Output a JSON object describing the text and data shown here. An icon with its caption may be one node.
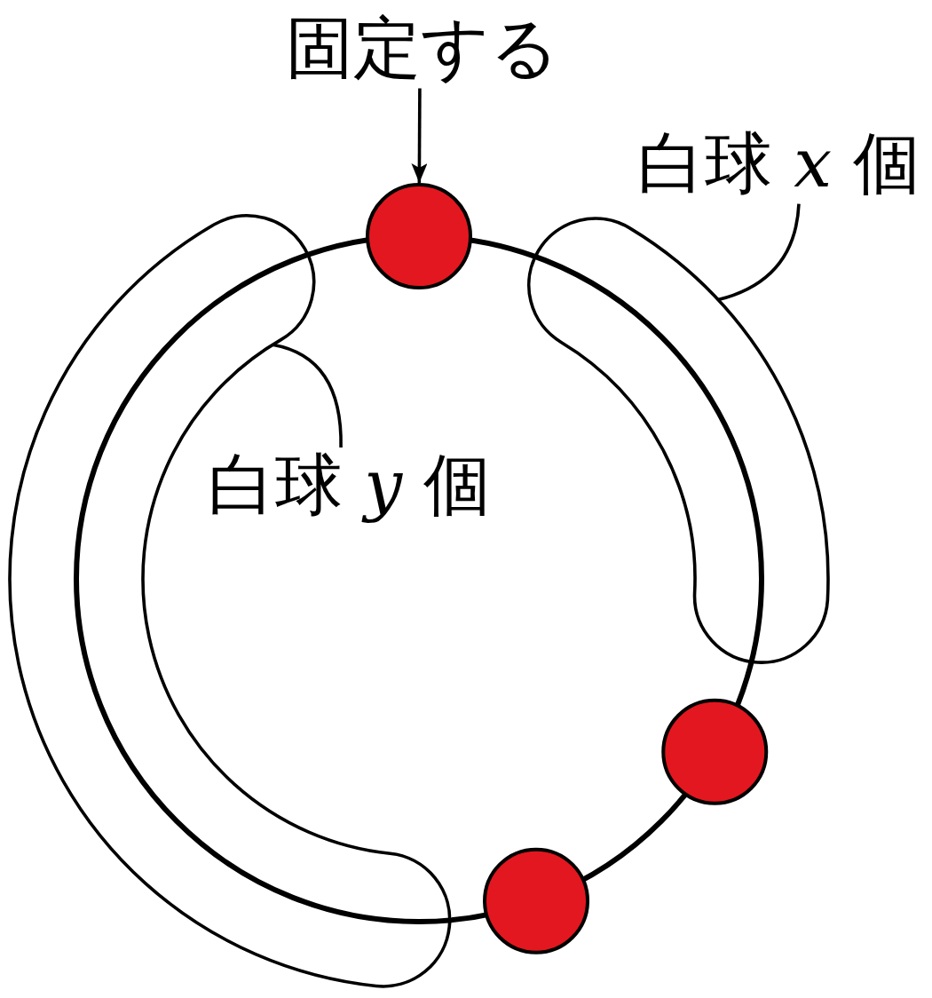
{
  "diagram": {
    "nodes": [
      {
        "text": [
          "固定する"
        ]
      },
      {
        "text": [],
        "shape": "circle"
      },
      {
        "text": [
          "白球 *x* 個"
        ]
      },
      {
        "text": [],
        "shape": "band"
      },
      {
        "text": [],
        "shape": "band"
      },
      {
        "text": [
          "白球 *y* 個"
        ]
      },
      {
        "text": [],
        "shape": "circle"
      },
      {
        "text": [],
        "shape": "circle"
      }
    ],
    "edges": [
      {
        "from": 0,
        "to": 1,
        "arrow": "to"
      },
      {
        "from": 2,
        "to": 4,
        "arrow": "none"
      },
      {
        "from": 5,
        "to": 3,
        "arrow": "none"
      }
    ]
  }
}
